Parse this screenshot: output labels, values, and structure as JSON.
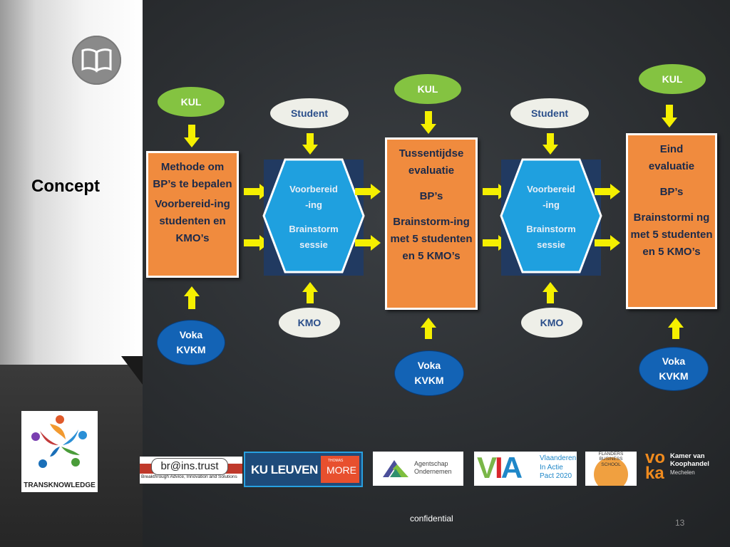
{
  "slide": {
    "title": "Concept",
    "footer": "confidential",
    "page_number": "13"
  },
  "left_panel": {
    "icon": "book-icon",
    "logo_text": "TRANSKNOWLEDGE"
  },
  "flow": {
    "step1": {
      "top": "KUL",
      "bottom": "Voka\nKVKM",
      "box_lines": [
        "Methode om BP’s te bepalen",
        "Voorbereid-ing studenten en KMO’s"
      ]
    },
    "step2": {
      "top": "Student",
      "bottom": "KMO",
      "hex_lines": [
        "Voorbereid\n-ing",
        "Brainstorm\nsessie"
      ]
    },
    "step3": {
      "top": "KUL",
      "bottom": "Voka\nKVKM",
      "box_lines": [
        "Tussentijdse evaluatie",
        "BP’s",
        "Brainstorm-ing met 5 studenten en 5 KMO’s"
      ]
    },
    "step4": {
      "top": "Student",
      "bottom": "KMO",
      "hex_lines": [
        "Voorbereid\n-ing",
        "Brainstorm\nsessie"
      ]
    },
    "step5": {
      "top": "KUL",
      "bottom": "Voka\nKVKM",
      "box_lines": [
        "Eind evaluatie",
        "BP’s",
        "Brainstormi ng met 5 studenten en 5 KMO’s"
      ]
    }
  },
  "logos": {
    "brains_trust": "br@ins.trust",
    "brains_trust_sub": "Breakthrough Advice, Innovation and Solutions",
    "ku_leuven": "KU LEUVEN",
    "thomas_more": "MORE",
    "thomas_more_small": "THOMAS",
    "agentschap": "Agentschap\nOndernemen",
    "via": "VIA",
    "via_sub": "Vlaanderen\nIn Actie\nPact 2020",
    "fbs": "FLANDERS\nBUSINESS\nSCHOOL",
    "voka_mark": "vo\nka",
    "voka_text": "Kamer van\nKoophandel",
    "voka_city": "Mechelen"
  },
  "colors": {
    "orange": "#f08b3e",
    "green": "#84c341",
    "blue": "#1363b5",
    "hex": "#1fa0df",
    "navy": "#213a61",
    "arrow": "#f5f000"
  }
}
